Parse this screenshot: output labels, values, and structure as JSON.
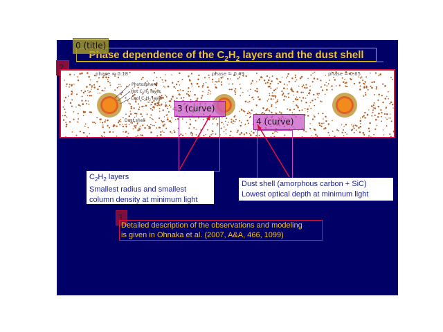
{
  "slide": {
    "title_prefix": "Phase dependence of the C",
    "title_sub1": "2",
    "title_mid": "H",
    "title_sub2": "2",
    "title_suffix": " layers and the dust shell"
  },
  "annotations": {
    "title_tag": "0 (title)",
    "text_tag": "1",
    "figure_tag": "2",
    "curve_a_tag": "3 (curve)",
    "curve_b_tag": "4 (curve)"
  },
  "figure": {
    "phases": [
      "phase = 0.18",
      "phase = 0.49",
      "phase = 0.65"
    ],
    "labels": {
      "photosphere": "Photosphere",
      "hot_prefix": "Hot C",
      "hot_suffix": " layer",
      "cool_prefix": "Cool C",
      "cool_suffix": " layer",
      "h": "H",
      "sub2": "2",
      "dust_shell": "Dust shell"
    }
  },
  "callouts": {
    "left_line1_prefix": "C",
    "left_line1_sub1": "2",
    "left_line1_mid": "H",
    "left_line1_sub2": "2",
    "left_line1_suffix": " layers",
    "left_line2": "Smallest radius and smallest",
    "left_line3": "column density at minimum light",
    "right_line1": "Dust shell (amorphous carbon + SiC)",
    "right_line2": "Lowest optical depth at minimum light"
  },
  "note": {
    "line1": "Detailed description of the observations and modeling",
    "line2": "is given in Ohnaka et al. (2007, A&A, 466, 1099)"
  },
  "colors": {
    "slide_bg": "#000066",
    "title": "#f2c22d",
    "callout_text": "#1b1f8c",
    "dust": "#b35a1f",
    "star_core": "#f28a1e",
    "hot_layer": "#e0602a",
    "cool_layer": "#c9a85a",
    "frame_red": "#d9103a"
  }
}
